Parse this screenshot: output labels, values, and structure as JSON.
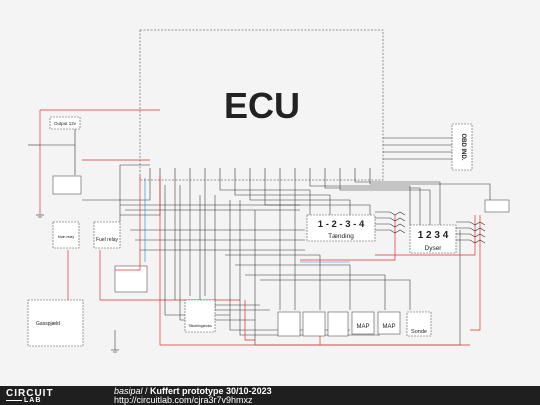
{
  "colors": {
    "wire_black": "#333333",
    "wire_red": "#e03030",
    "wire_blue": "#2b7bd6",
    "footer_bg": "#1f1f1f"
  },
  "ecu": {
    "label": "ECU"
  },
  "obd": {
    "label": "OBD IND."
  },
  "output": {
    "label": "Output 12v"
  },
  "relays": {
    "fuel": "Fuel relay",
    "main": "Main relay"
  },
  "ignition": {
    "numbers": "1 - 2 - 3 - 4",
    "label": "Tænding"
  },
  "injectors": {
    "numbers": "1 2 3 4",
    "label": "Dyser"
  },
  "sensors": {
    "gas": "Gasspjæld",
    "tilkobling": "Tilkoblingsboks",
    "map1": "MAP",
    "map2": "MAP",
    "sonde": "Sonde"
  },
  "footer": {
    "logo_top": "CIRCUIT",
    "logo_bottom": "LAB",
    "author": "basipal",
    "separator": " / ",
    "title": "Kuffert prototype 30/10-2023",
    "url": "http://circuitlab.com/cjra3r7v9hmxz"
  }
}
